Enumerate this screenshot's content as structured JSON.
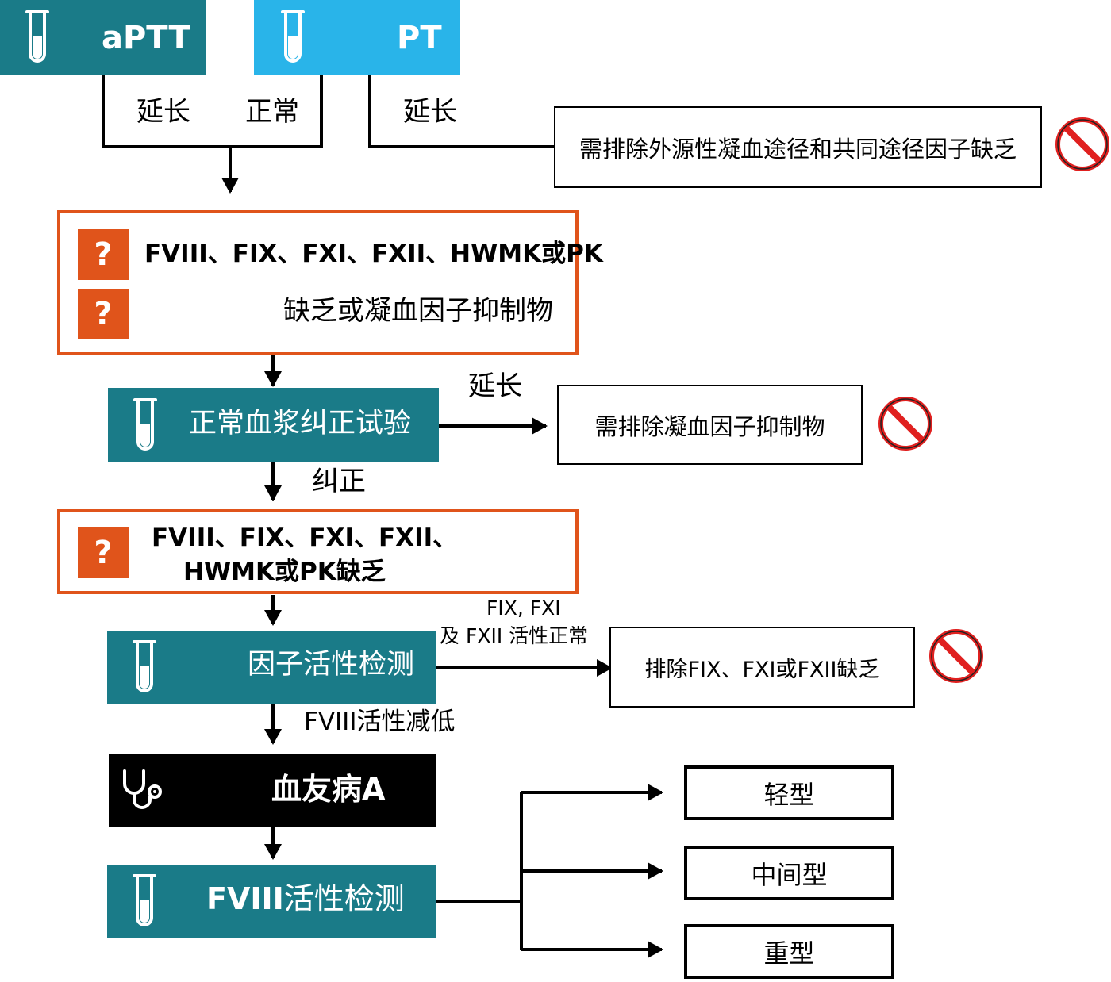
{
  "top": {
    "aptt": "aPTT",
    "pt": "PT",
    "aptt_prolonged": "延长",
    "aptt_normal": "正常",
    "pt_prolonged": "延长",
    "pt_result": "需排除外源性凝血途径和共同途径因子缺乏"
  },
  "deficiency1": {
    "line1": "FVIII、FIX、FXI、FXII、HWMK或PK",
    "line2": "缺乏或凝血因子抑制物"
  },
  "mixing": {
    "label": "正常血浆纠正试验",
    "prolonged": "延长",
    "prolonged_result": "需排除凝血因子抑制物",
    "corrected": "纠正"
  },
  "deficiency2": {
    "line1": "FVIII、FIX、FXI、FXII、",
    "line2": "HWMK或PK缺乏"
  },
  "factor": {
    "label": "因子活性检测",
    "normal_line1": "FIX, FXI",
    "normal_line2": "及 FXII 活性正常",
    "normal_result": "排除FIX、FXI或FXII缺乏",
    "reduced": "FVIII活性减低"
  },
  "diagnosis": {
    "label": "血友病A"
  },
  "fviii": {
    "label_bold": "FVIII",
    "label_rest": "活性检测",
    "mild": "轻型",
    "moderate": "中间型",
    "severe": "重型"
  },
  "question_mark": "?",
  "colors": {
    "teal": "#1a7b88",
    "light_blue": "#29b4e9",
    "orange": "#e0541b",
    "red": "#e0201f"
  },
  "icons": [
    "test-tube-icon",
    "stethoscope-icon",
    "no-entry-icon",
    "question-icon"
  ]
}
